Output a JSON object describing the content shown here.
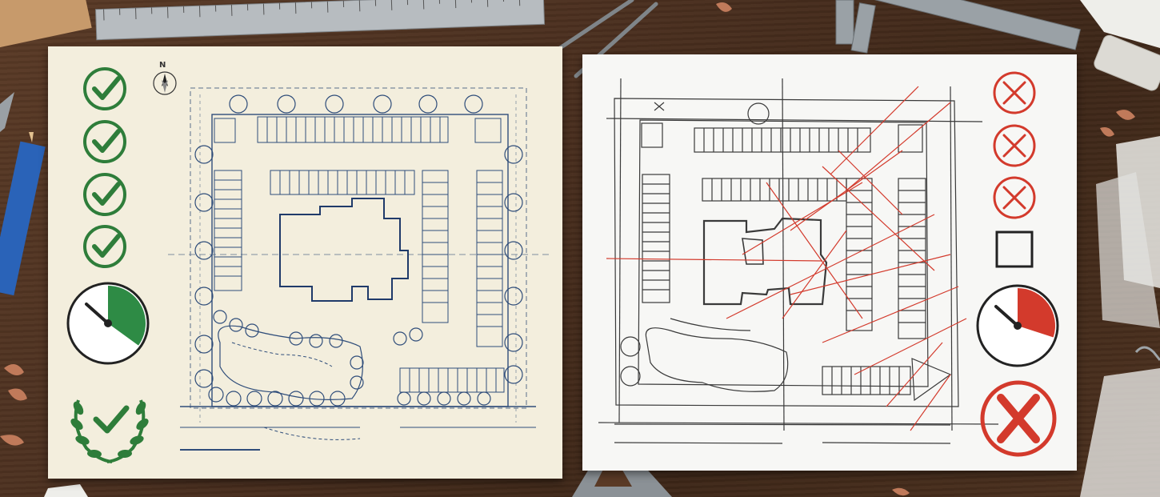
{
  "scene": {
    "compass_letter": "N"
  },
  "colors": {
    "desk": "#4a2f1f",
    "approved_paper": "#f3eedd",
    "sketch_paper": "#f7f7f5",
    "approved_green": "#2e7d3a",
    "reject_red": "#d33a2c",
    "blueprint_line": "#2f4d7a",
    "pencil_line": "#3a3a3a"
  },
  "icons": {
    "approved_column": [
      "check-circle-icon",
      "check-circle-icon",
      "check-circle-icon",
      "check-circle-icon",
      "speed-gauge-icon",
      "laurel-check-icon"
    ],
    "rejected_column": [
      "x-circle-icon",
      "x-circle-icon",
      "x-circle-icon",
      "empty-checkbox-icon",
      "speed-gauge-icon",
      "stamp-x-icon"
    ]
  },
  "gauges": {
    "approved_fill_fraction": 0.35,
    "rejected_fill_fraction": 0.3
  }
}
